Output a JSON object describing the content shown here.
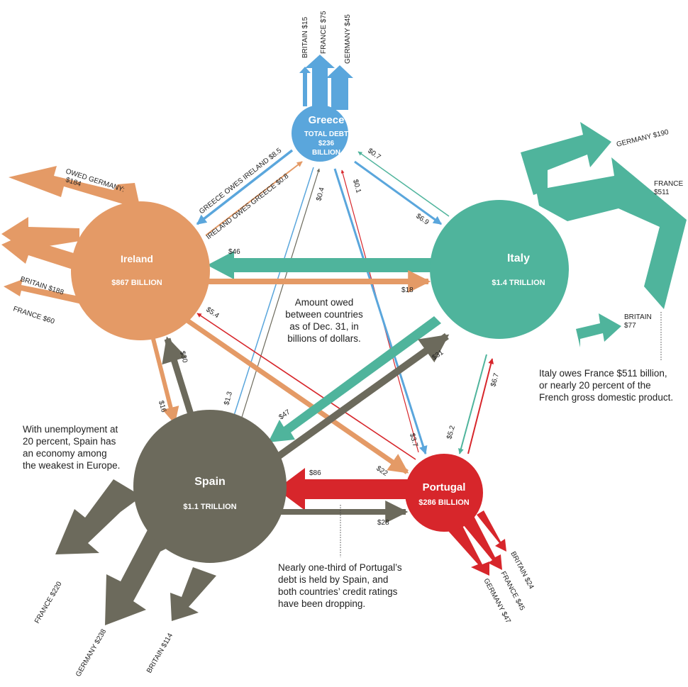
{
  "colors": {
    "greece": "#5aa6dc",
    "ireland": "#e49a66",
    "italy": "#4fb49c",
    "spain": "#6c6a5c",
    "portugal": "#d7262b"
  },
  "nodes": {
    "greece": {
      "name": "Greece",
      "line1": "TOTAL DEBT",
      "line2": "$236",
      "line3": "BILLION"
    },
    "ireland": {
      "name": "Ireland",
      "total": "$867 BILLION"
    },
    "italy": {
      "name": "Italy",
      "total": "$1.4 TRILLION"
    },
    "spain": {
      "name": "Spain",
      "total": "$1.1 TRILLION"
    },
    "portugal": {
      "name": "Portugal",
      "total": "$286 BILLION"
    }
  },
  "labels": {
    "greece_britain": "BRITAIN $15",
    "greece_france": "FRANCE $75",
    "greece_germany": "GERMANY $45",
    "ireland_owed_germany_1": "OWED GERMANY:",
    "ireland_owed_germany_2": "$184",
    "ireland_britain": "BRITAIN $188",
    "ireland_france": "FRANCE $60",
    "italy_germany": "GERMANY $190",
    "italy_france_1": "FRANCE",
    "italy_france_2": "$511",
    "italy_britain_1": "BRITAIN",
    "italy_britain_2": "$77",
    "spain_france": "FRANCE $220",
    "spain_germany": "GERMANY $238",
    "spain_britain": "BRITAIN $114",
    "portugal_britain": "BRITAIN $24",
    "portugal_france": "FRANCE $45",
    "portugal_germany": "GERMANY $47",
    "greece_owes_ireland": "GREECE OWES IRELAND $8.5",
    "ireland_owes_greece": "IRELAND OWES GREECE $0.8",
    "v_0_7": "$0.7",
    "v_6_9": "$6.9",
    "v_0_4": "$0.4",
    "v_0_1": "$0.1",
    "v_1_3": "$1.3",
    "v_46": "$46",
    "v_18": "$18",
    "v_5_4": "$5.4",
    "v_30": "$30",
    "v_16": "$16",
    "v_47": "$47",
    "v_31": "$31",
    "v_6_7": "$6.7",
    "v_5_2": "$5.2",
    "v_3_7": "$3.7",
    "v_22": "$22",
    "v_86": "$86",
    "v_28": "$28"
  },
  "notes": {
    "center": [
      "Amount owed",
      "between countries",
      "as of Dec. 31, in",
      "billions of dollars."
    ],
    "italy": [
      "Italy owes France $511 billion,",
      "or nearly 20 percent of the",
      "French gross domestic product."
    ],
    "spain": [
      "With unemployment at",
      "20 percent, Spain has",
      "an economy among",
      "the weakest in Europe."
    ],
    "portugal": [
      "Nearly one-third of Portugal’s",
      "debt is held by Spain, and",
      "both countries’ credit ratings",
      "have been dropping."
    ]
  }
}
